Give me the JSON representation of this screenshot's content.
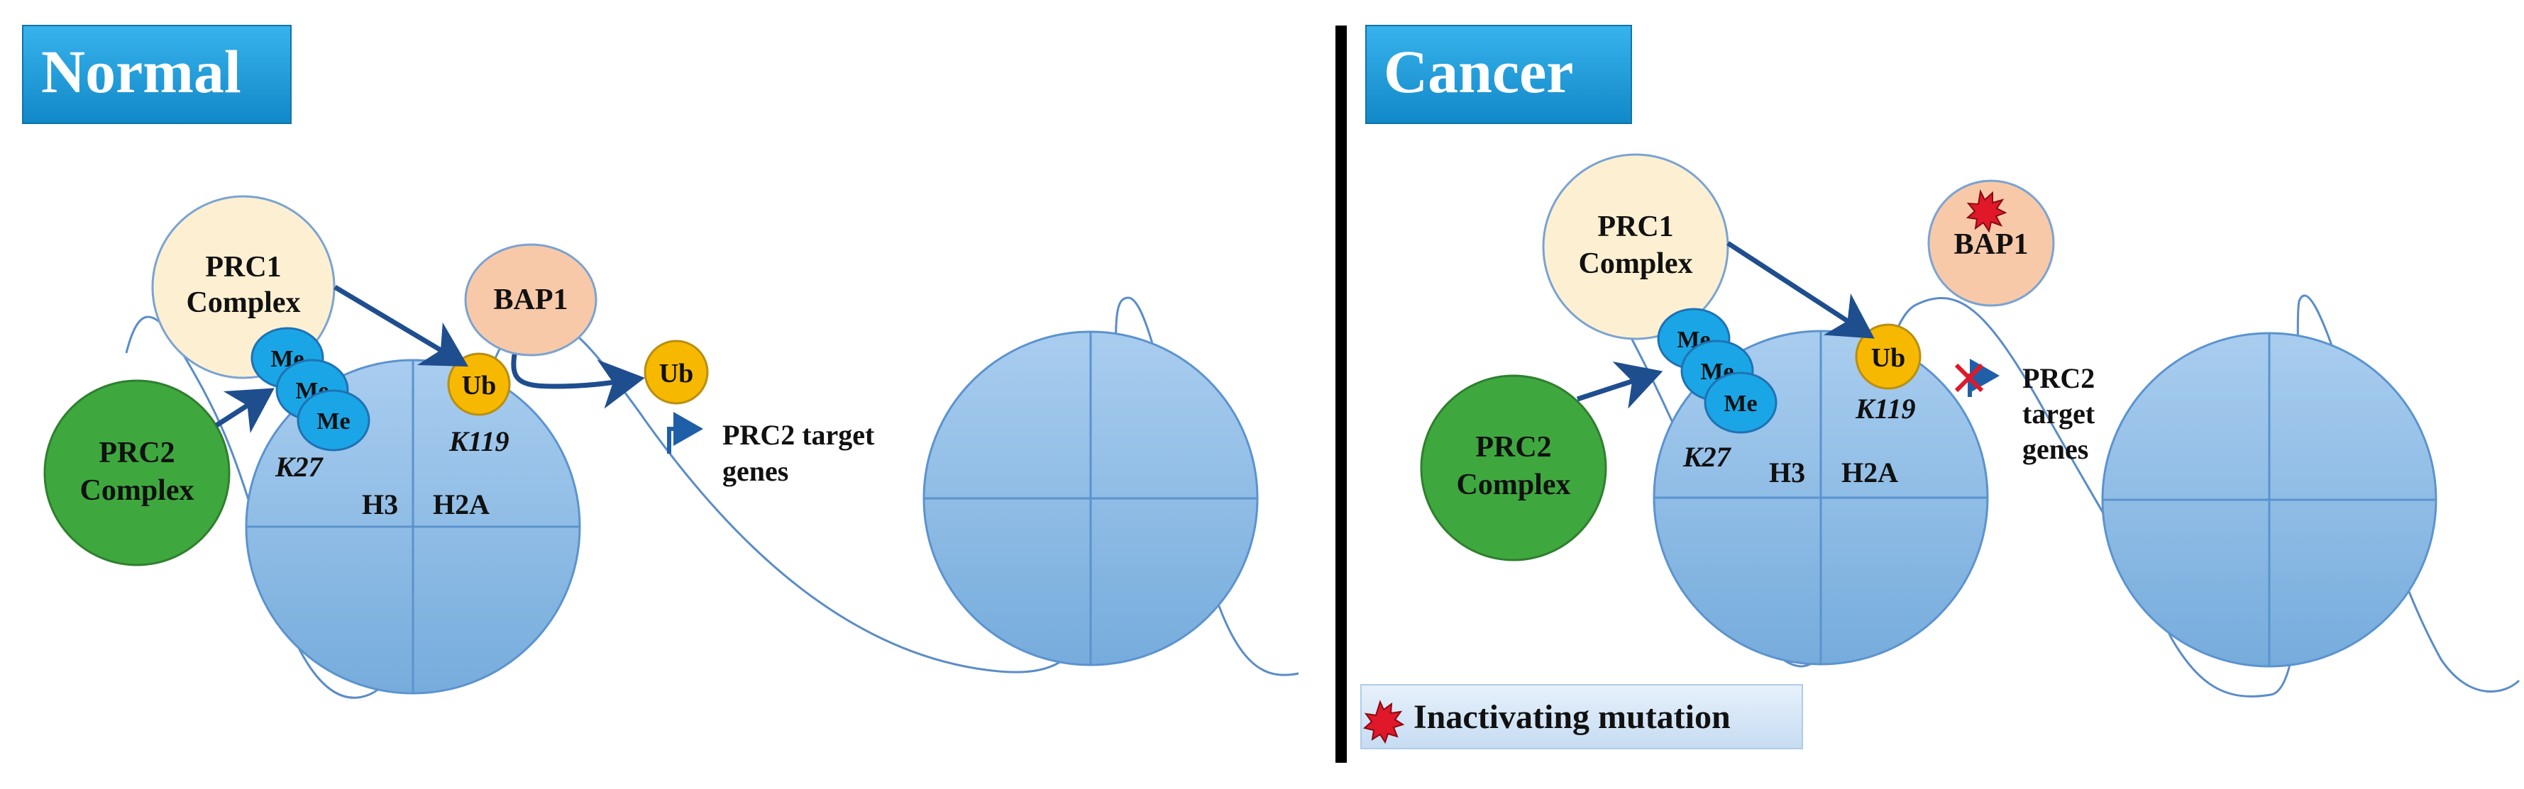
{
  "normal": {
    "title": "Normal",
    "prc1": [
      "PRC1",
      "Complex"
    ],
    "prc2": [
      "PRC2",
      "Complex"
    ],
    "bap1": "BAP1",
    "me": [
      "Me",
      "Me",
      "Me"
    ],
    "ub_bound": "Ub",
    "ub_released": "Ub",
    "k27": "K27",
    "k119": "K119",
    "h3": "H3",
    "h2a": "H2A",
    "target_genes": [
      "PRC2 target",
      "genes"
    ]
  },
  "cancer": {
    "title": "Cancer",
    "prc1": [
      "PRC1",
      "Complex"
    ],
    "prc2": [
      "PRC2",
      "Complex"
    ],
    "bap1": "BAP1",
    "me": [
      "Me",
      "Me",
      "Me"
    ],
    "ub_bound": "Ub",
    "k27": "K27",
    "k119": "K119",
    "h3": "H3",
    "h2a": "H2A",
    "target_genes": [
      "PRC2",
      "target",
      "genes"
    ]
  },
  "legend": {
    "label": "Inactivating mutation",
    "icon": "red-star-burst-icon"
  },
  "colors": {
    "title_box": "#1a9ad8",
    "prc1": "#fdf0d2",
    "prc2": "#3ea83e",
    "bap1": "#f8c9a8",
    "ub": "#f7b800",
    "me": "#1aa6e6",
    "nucleosome": "#8dbde6",
    "arrow": "#1f4e8f",
    "mutation": "#e0182a"
  }
}
